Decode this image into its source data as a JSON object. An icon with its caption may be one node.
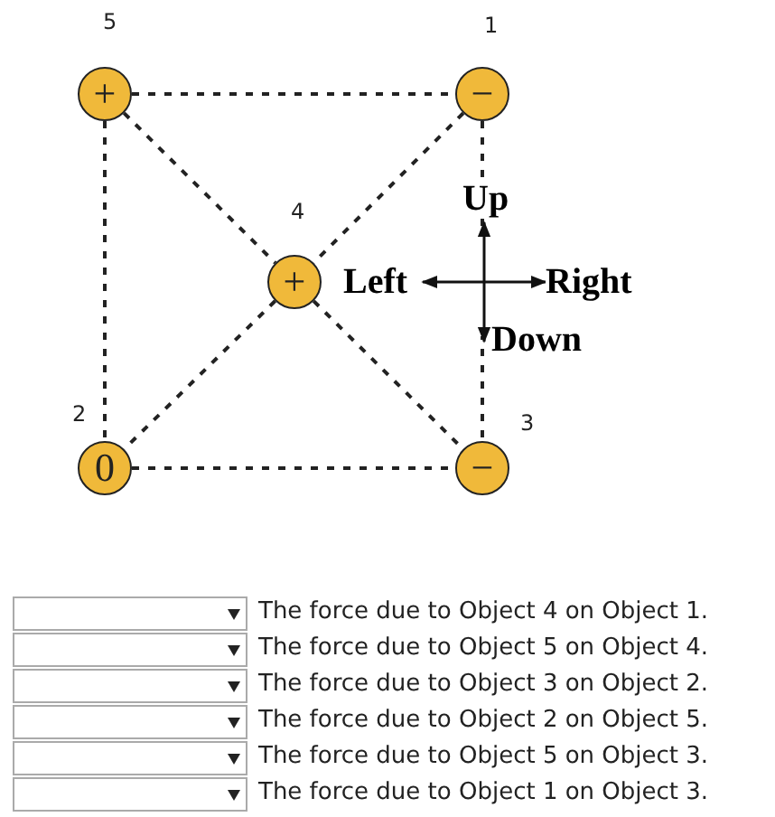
{
  "diagram": {
    "nodes": [
      {
        "text": [
          "+"
        ],
        "beside": [
          "5"
        ]
      },
      {
        "text": [
          "−"
        ],
        "beside": [
          "1"
        ]
      },
      {
        "text": [
          "+"
        ],
        "beside": [
          "4"
        ]
      },
      {
        "text": [
          "0"
        ],
        "beside": [
          "2"
        ]
      },
      {
        "text": [
          "−"
        ],
        "beside": [
          "3"
        ]
      }
    ],
    "edges": [
      {
        "from": 0,
        "to": 1,
        "arrow": "none",
        "style": "dashed"
      },
      {
        "from": 0,
        "to": 3,
        "arrow": "none",
        "style": "dashed"
      },
      {
        "from": 3,
        "to": 4,
        "arrow": "none",
        "style": "dashed"
      },
      {
        "from": 1,
        "to": 4,
        "arrow": "none",
        "style": "dashed"
      },
      {
        "from": 0,
        "to": 2,
        "arrow": "none",
        "style": "dashed"
      },
      {
        "from": 1,
        "to": 2,
        "arrow": "none",
        "style": "dashed"
      },
      {
        "from": 2,
        "to": 3,
        "arrow": "none",
        "style": "dashed"
      },
      {
        "from": 2,
        "to": 4,
        "arrow": "none",
        "style": "dashed"
      }
    ],
    "labels": [
      "Up",
      "Left",
      "Right",
      "Down",
      "The force due to Object 4 on Object 1.",
      "The force due to Object 5 on Object 4.",
      "The force due to Object 3 on Object 2.",
      "The force due to Object 2 on Object 5.",
      "The force due to Object 5 on Object 3.",
      "The force due to Object 1 on Object 3."
    ]
  }
}
